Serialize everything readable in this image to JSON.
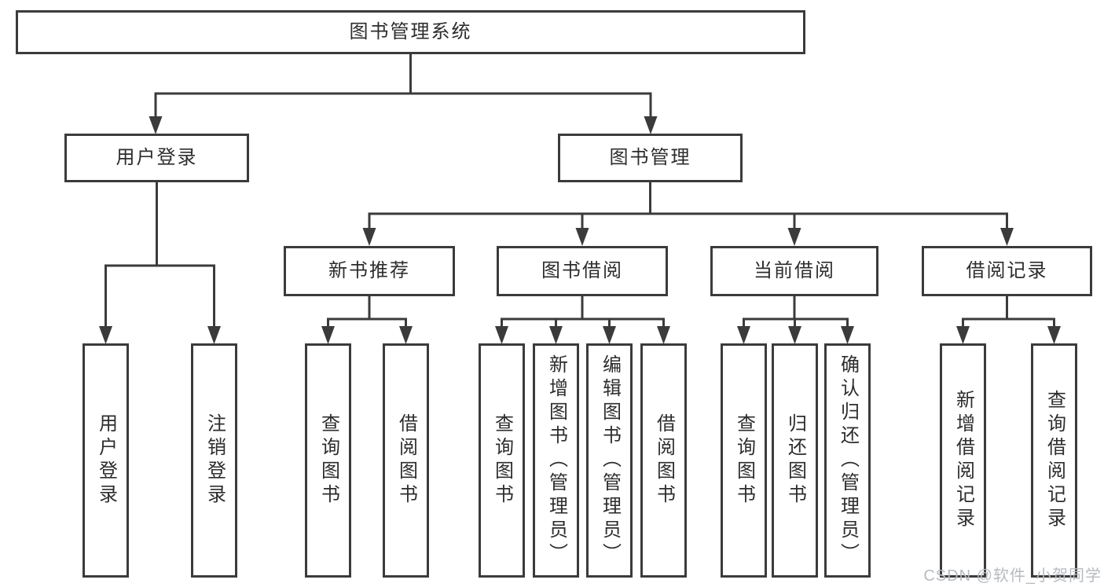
{
  "tree": {
    "label": "图书管理系统",
    "children": [
      {
        "label": "用户登录",
        "children": [
          {
            "label": "用户登录"
          },
          {
            "label": "注销登录"
          }
        ]
      },
      {
        "label": "图书管理",
        "children": [
          {
            "label": "新书推荐",
            "children": [
              {
                "label": "查询图书"
              },
              {
                "label": "借阅图书"
              }
            ]
          },
          {
            "label": "图书借阅",
            "children": [
              {
                "label": "查询图书"
              },
              {
                "label": "新增图书（管理员）"
              },
              {
                "label": "编辑图书（管理员）"
              },
              {
                "label": "借阅图书"
              }
            ]
          },
          {
            "label": "当前借阅",
            "children": [
              {
                "label": "查询图书"
              },
              {
                "label": "归还图书"
              },
              {
                "label": "确认归还（管理员）"
              }
            ]
          },
          {
            "label": "借阅记录",
            "children": [
              {
                "label": "新增借阅记录"
              },
              {
                "label": "查询借阅记录"
              }
            ]
          }
        ]
      }
    ]
  },
  "watermark": {
    "text": "CSDN @软件_小贺同学"
  },
  "colors": {
    "line": "#3b3b3b",
    "text": "#2d2d2d",
    "watermark_text": "#b7bbc0",
    "background": "#ffffff"
  }
}
